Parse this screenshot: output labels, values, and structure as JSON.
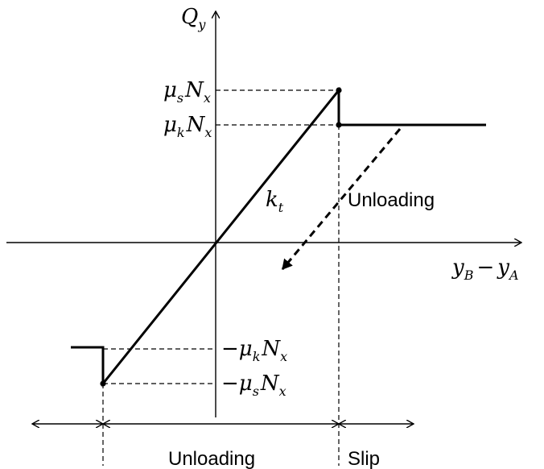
{
  "axes": {
    "y_axis_label": {
      "main": "Q",
      "sub": "y"
    },
    "x_axis_label": {
      "a": "y",
      "a_sub": "B",
      "minus": "−",
      "b": "y",
      "b_sub": "A"
    }
  },
  "curve_labels": {
    "stiffness": {
      "main": "k",
      "sub": "t"
    },
    "static_pos": {
      "sign": "",
      "mu": "μ",
      "mu_sub": "s",
      "n": "N",
      "n_sub": "x"
    },
    "kinetic_pos": {
      "sign": "",
      "mu": "μ",
      "mu_sub": "k",
      "n": "N",
      "n_sub": "x"
    },
    "kinetic_neg": {
      "sign": "−",
      "mu": "μ",
      "mu_sub": "k",
      "n": "N",
      "n_sub": "x"
    },
    "static_neg": {
      "sign": "−",
      "mu": "μ",
      "mu_sub": "s",
      "n": "N",
      "n_sub": "x"
    }
  },
  "annotations": {
    "unloading_arrow_label": "Unloading",
    "range_unloading_label": "Unloading",
    "range_slip_label": "Slip"
  }
}
